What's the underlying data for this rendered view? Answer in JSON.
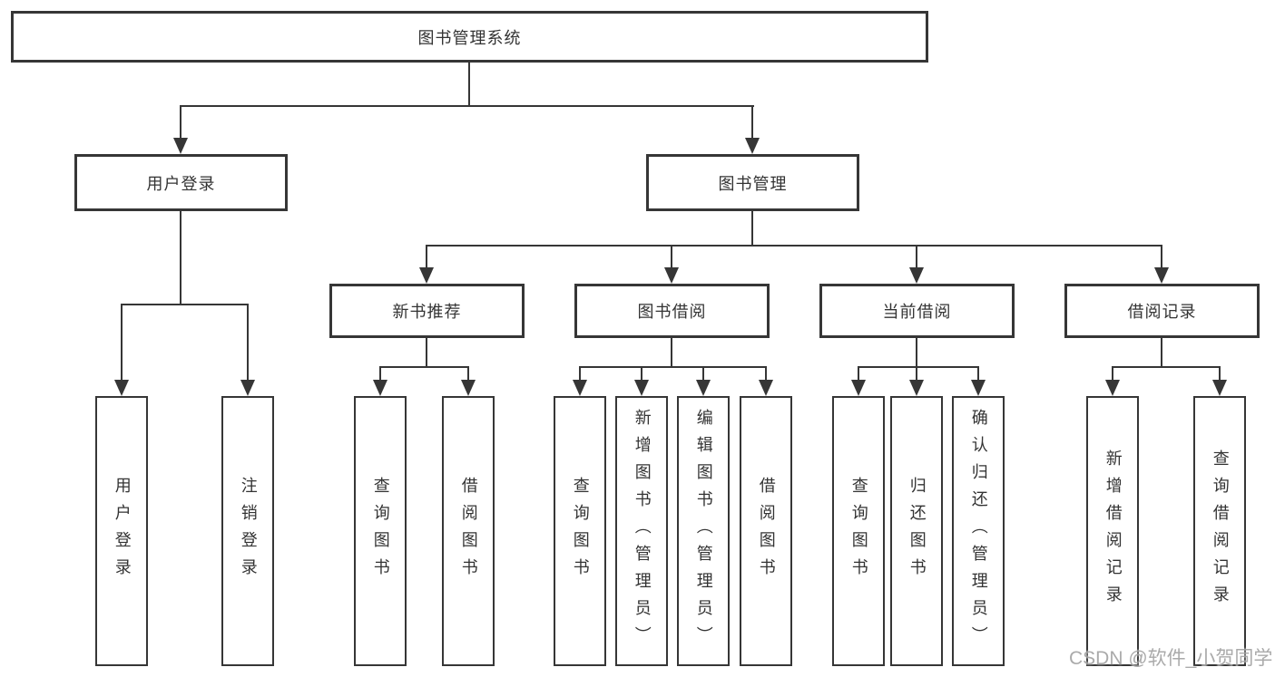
{
  "tree": {
    "root": {
      "label": "图书管理系统",
      "children": [
        {
          "label": "用户登录",
          "children": [
            {
              "label": "用户登录"
            },
            {
              "label": "注销登录"
            }
          ]
        },
        {
          "label": "图书管理",
          "children": [
            {
              "label": "新书推荐",
              "children": [
                {
                  "label": "查询图书"
                },
                {
                  "label": "借阅图书"
                }
              ]
            },
            {
              "label": "图书借阅",
              "children": [
                {
                  "label": "查询图书"
                },
                {
                  "label": "新增图书（管理员）"
                },
                {
                  "label": "编辑图书（管理员）"
                },
                {
                  "label": "借阅图书"
                }
              ]
            },
            {
              "label": "当前借阅",
              "children": [
                {
                  "label": "查询图书"
                },
                {
                  "label": "归还图书"
                },
                {
                  "label": "确认归还（管理员）"
                }
              ]
            },
            {
              "label": "借阅记录",
              "children": [
                {
                  "label": "新增借阅记录"
                },
                {
                  "label": "查询借阅记录"
                }
              ]
            }
          ]
        }
      ]
    }
  },
  "watermark": {
    "text": "CSDN @软件_小贺同学"
  },
  "colors": {
    "line": "#363636",
    "box_border": "#363636",
    "text": "#333333",
    "watermark": "#9b9b9b",
    "background": "#ffffff"
  }
}
